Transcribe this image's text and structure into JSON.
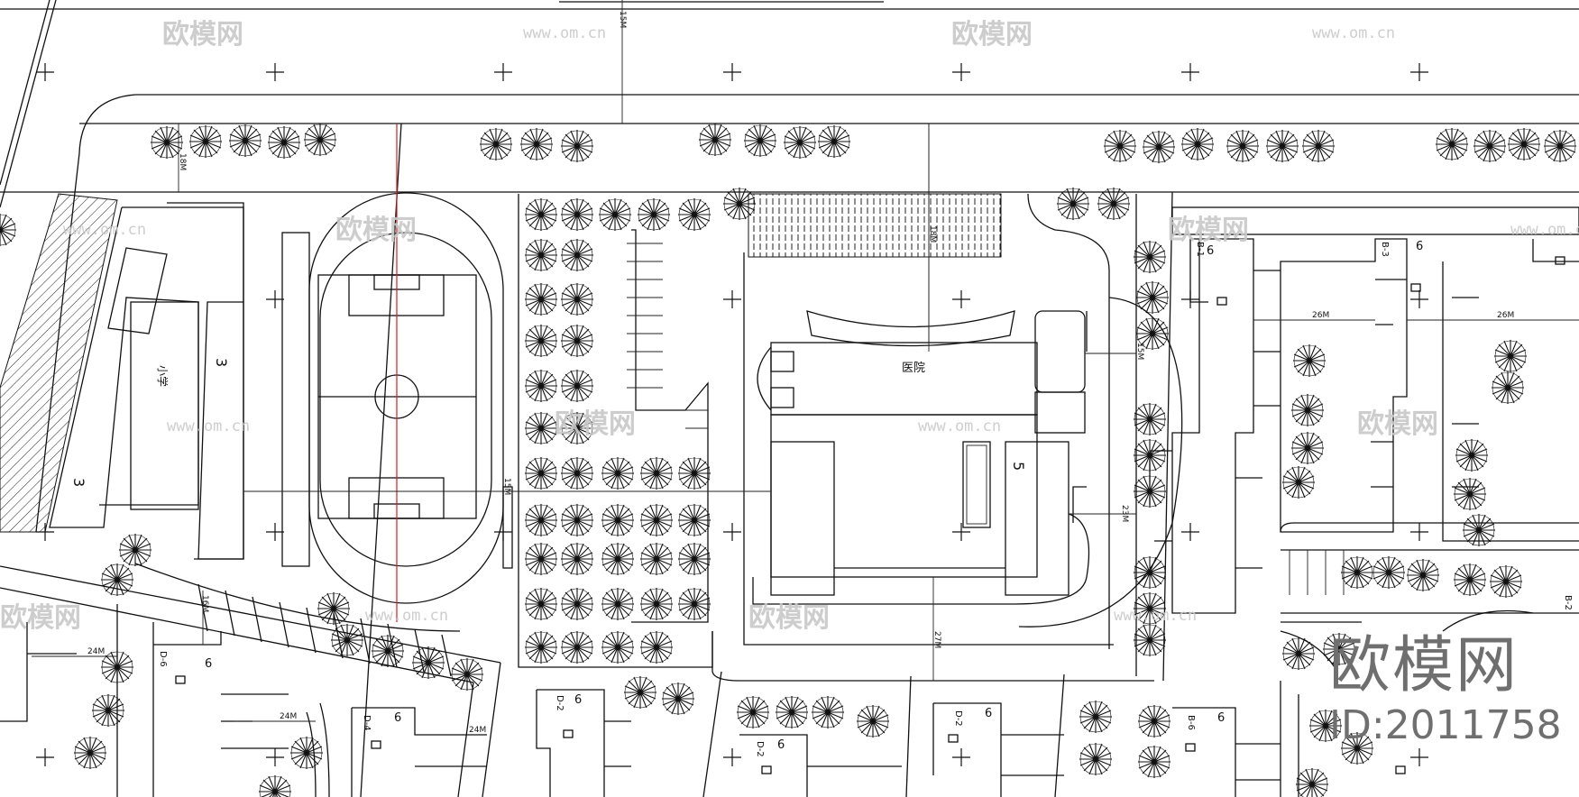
{
  "site_plan": {
    "dimensions": {
      "top_road": "15M",
      "north_strip": "18M",
      "school_offset": "16M",
      "field_track": "15M",
      "north_building_gap": "18M",
      "east_gap": "15M",
      "building_side": "23M",
      "south_gap": "27M",
      "row_gap_1": "26M",
      "row_gap_2": "26M",
      "lower_gap_1": "24M",
      "lower_gap_2": "24M",
      "lower_gap_3": "24M"
    },
    "building_floors": {
      "school_a": "3",
      "school_b": "3",
      "main_east": "5",
      "b1": "6",
      "b3": "6",
      "d6": "6",
      "d4": "6",
      "d2a": "6",
      "d2b": "6",
      "d2c": "6",
      "b6": "6"
    },
    "building_codes": {
      "b1": "B-1",
      "b3": "B-3",
      "b2": "B-2",
      "d6": "D-6",
      "d4": "D-4",
      "d2a": "D-2",
      "d2b": "D-2",
      "d2c": "D-2",
      "b6": "B-6"
    },
    "building_names": {
      "school": "小学",
      "hospital": "医院"
    }
  },
  "watermark": {
    "text": "欧模网",
    "url": "www.om.cn",
    "brand": "欧模网",
    "id": "ID:2011758"
  },
  "colors": {
    "lines": "#111111",
    "axis": "#d02020",
    "watermark": "#c8c8c8",
    "brand": "#6f6f6f"
  }
}
